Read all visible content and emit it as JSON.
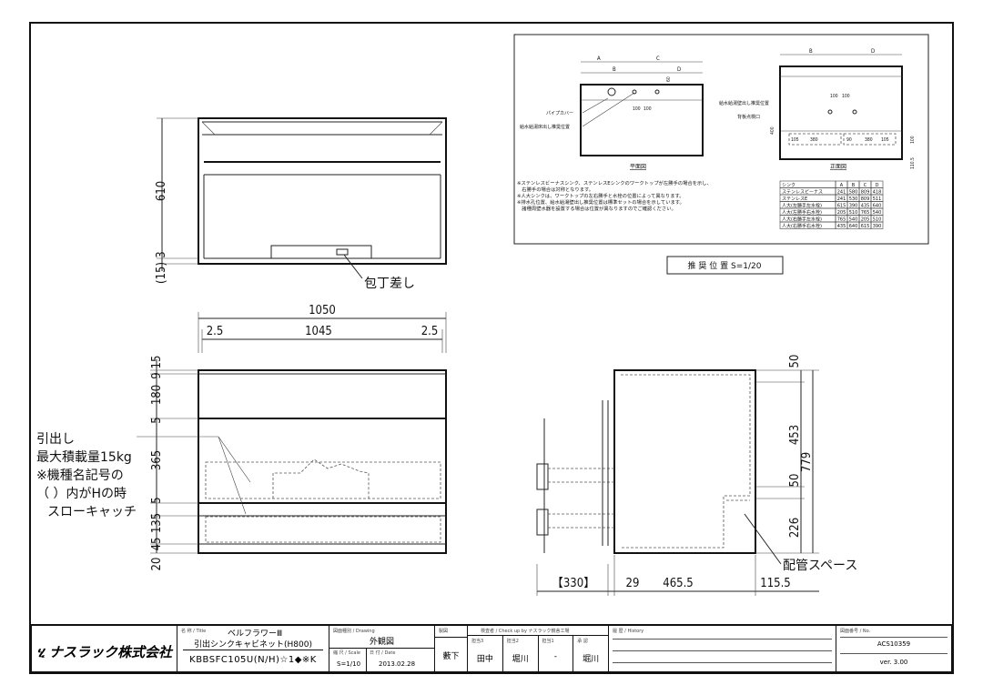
{
  "main_view": {
    "top_dims": {
      "h610": "610",
      "h3": "3",
      "h15": "(15)"
    },
    "knife_label": "包丁差し",
    "width_dims": {
      "total": "1050",
      "left": "2.5",
      "middle": "1045",
      "right": "2.5"
    },
    "front_dims": [
      "15",
      "9",
      "180",
      "5",
      "365",
      "5",
      "135",
      "45",
      "20"
    ],
    "drawer_note": [
      "引出し",
      "最大積載量15kg",
      "※機種名記号の",
      "（  ）内がHの時",
      "スローキャッチ"
    ],
    "side_dims": {
      "d50a": "50",
      "d453": "453",
      "d50b": "50",
      "d226": "226",
      "total": "779"
    },
    "bottom_dims": {
      "d330": "【330】",
      "d29": "29",
      "d465": "465.5",
      "d115": "115.5"
    },
    "pipe_label": "配管スペース"
  },
  "inset": {
    "plan_labels": {
      "A": "A",
      "B": "B",
      "C": "C",
      "D": "D",
      "d60": "60",
      "d100a": "100",
      "d100b": "100"
    },
    "pipe_cover": "パイプカバー",
    "floor_supply": "給水給湯床出し推奨位置",
    "wall_supply": "給水給湯壁出し推奨位置",
    "back_panel": "背板点検口",
    "front_dims": {
      "d100a": "100",
      "d100b": "100",
      "d400": "400",
      "d105a": "105",
      "d380a": "380",
      "d90": "90",
      "d380b": "380",
      "d105b": "105",
      "d100c": "100",
      "d105": "110.5"
    },
    "plan_title": "平面図",
    "front_title": "正面図",
    "notes": [
      "※ステンレスビーナスシンク、ステンレスEシンクのワークトップが左勝手の場合を示し、",
      "　右勝手の場合は対称となります。",
      "※人大シンクは、ワークトップの左右勝手と水栓の位置によって異なります。",
      "※排水孔位置、給水給湯壁出し推奨位置は標準セットの場合を示しています。",
      "　諸種周壁水器を設置する場合は位置が異なりますのでご確認ください。"
    ],
    "table": {
      "headers": [
        "シンク",
        "A",
        "B",
        "C",
        "D"
      ],
      "rows": [
        [
          "ステンレスビーナス",
          "241",
          "580",
          "809",
          "418"
        ],
        [
          "ステンレスE",
          "241",
          "530",
          "809",
          "511"
        ],
        [
          "人大(左勝手左水栓)",
          "615",
          "390",
          "435",
          "640"
        ],
        [
          "人大(左勝手右水栓)",
          "205",
          "510",
          "765",
          "540"
        ],
        [
          "人大(右勝手左水栓)",
          "765",
          "540",
          "205",
          "510"
        ],
        [
          "人大(右勝手右水栓)",
          "435",
          "640",
          "615",
          "390"
        ]
      ]
    },
    "caption": "推 奨 位 置  S=1/20"
  },
  "title_block": {
    "company": "ナスラック株式会社",
    "title_label": "名 称 / Title",
    "series": "ベルフラワーⅢ",
    "product": "引出シンクキャビネット(H800)",
    "model": "KBBSFC105U(N/H)☆1◆※K",
    "drawing_label": "図面種別 / Drawing",
    "drawing": "外観図",
    "scale_label": "縮 尺 / Scale",
    "scale": "S=1/10",
    "date_label": "日 付 / Date",
    "date": "2013.02.28",
    "drawer_label": "製図",
    "drawer": "藪下",
    "check_label": "検査者 / Check up by ナスラック鏡舎工場",
    "check_cols": [
      "担当3",
      "担当2",
      "担当1",
      "承 認"
    ],
    "check_vals": [
      "田中",
      "堀川",
      "-",
      "堀川"
    ],
    "history_label": "履 歴 / History",
    "no_label": "図面番号 / No.",
    "number": "ACS10359",
    "version": "ver. 3.00"
  }
}
